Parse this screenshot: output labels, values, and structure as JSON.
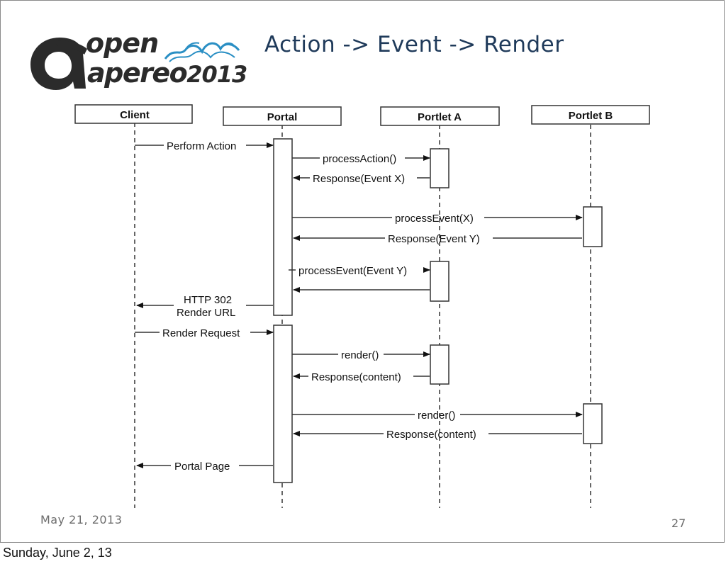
{
  "slide": {
    "title": "Action -> Event -> Render",
    "date": "May 21, 2013",
    "page_number": "27"
  },
  "logo": {
    "line1": "open",
    "line2": "apereo",
    "year": "2013",
    "colors": {
      "dark": "#2b2b2b",
      "wave": "#2a8fc4"
    }
  },
  "caption": "Sunday, June 2, 13",
  "diagram": {
    "participants": [
      "Client",
      "Portal",
      "Portlet A",
      "Portlet B"
    ],
    "messages": [
      "Perform Action",
      "processAction()",
      "Response(Event X)",
      "processEvent(X)",
      "Response(Event Y)",
      "processEvent(Event Y)",
      "HTTP 302",
      "Render URL",
      "Render Request",
      "render()",
      "Response(content)",
      "render()",
      "Response(content)",
      "Portal Page"
    ]
  },
  "colors": {
    "title": "#1f3a5a",
    "footer": "#6c6c6c"
  }
}
